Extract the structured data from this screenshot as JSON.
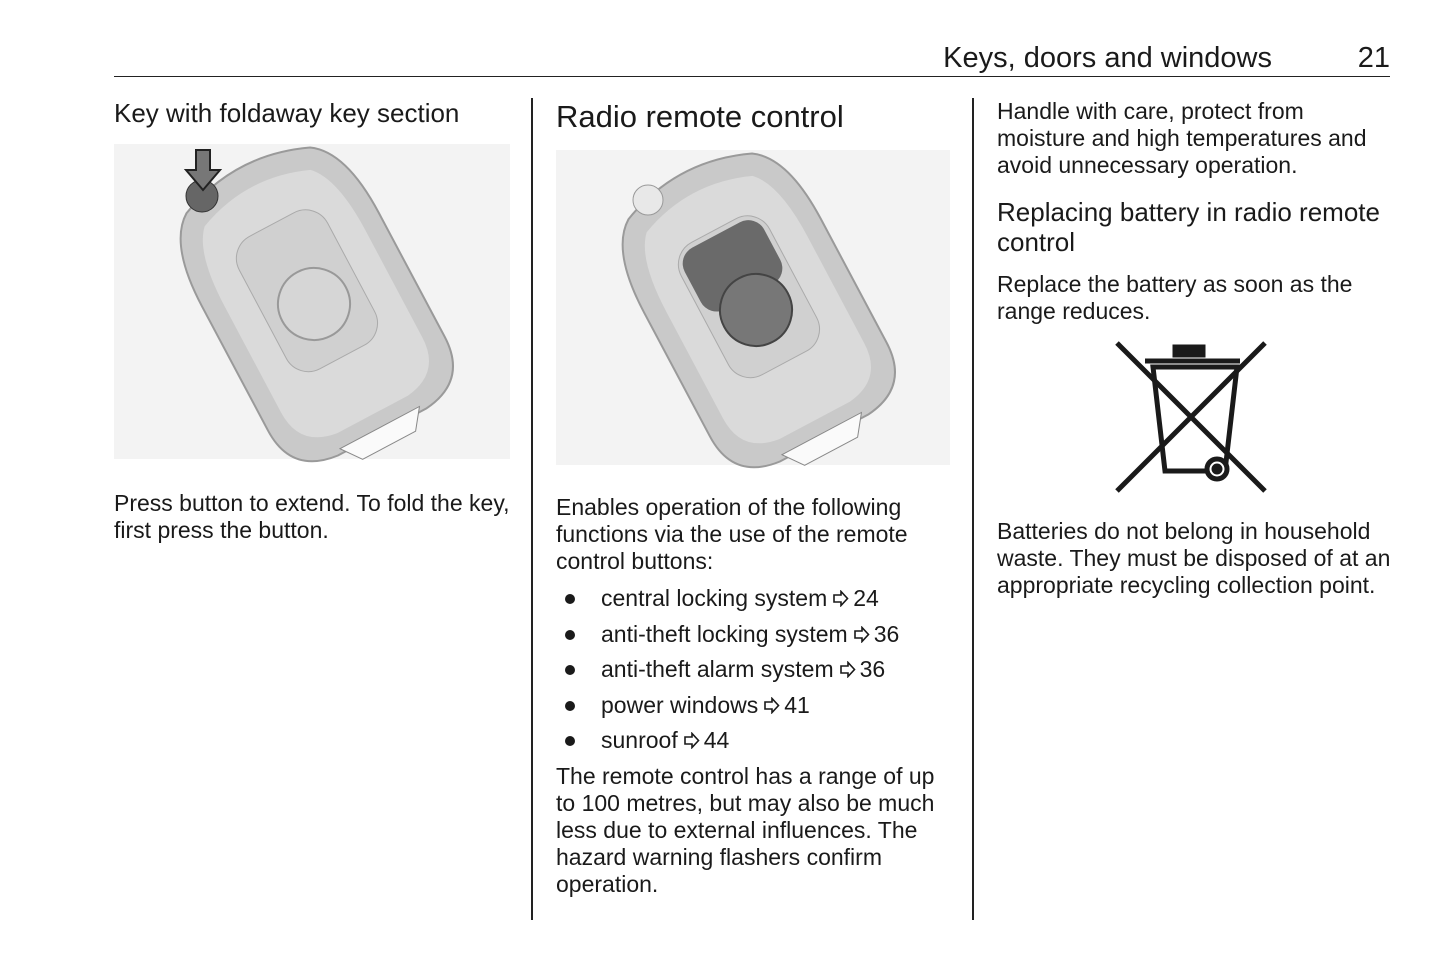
{
  "header": {
    "section_title": "Keys, doors and windows",
    "page_number": "21"
  },
  "col1": {
    "heading": "Key with foldaway key section",
    "figure_icon": "foldaway-key-illustration",
    "text": "Press button to extend. To fold the key, first press the button."
  },
  "col2": {
    "heading": "Radio remote control",
    "figure_icon": "radio-remote-key-illustration",
    "intro": "Enables operation of the following functions via the use of the remote control buttons:",
    "items": [
      {
        "label": "central locking system",
        "ref": "24"
      },
      {
        "label": "anti-theft locking system",
        "ref": "36"
      },
      {
        "label": "anti-theft alarm system",
        "ref": "36"
      },
      {
        "label": "power windows",
        "ref": "41"
      },
      {
        "label": "sunroof",
        "ref": "44"
      }
    ],
    "range_text": "The remote control has a range of up to 100 metres, but may also be much less due to external influences. The hazard warning flashers confirm operation."
  },
  "col3": {
    "care_text": "Handle with care, protect from moisture and high temperatures and avoid unnecessary operation.",
    "heading": "Replacing battery in radio remote control",
    "replace_text": "Replace the battery as soon as the range reduces.",
    "figure_icon": "crossed-out-wheelie-bin-icon",
    "disposal_text": "Batteries do not belong in household waste. They must be disposed of at an appropriate recycling collection point."
  }
}
